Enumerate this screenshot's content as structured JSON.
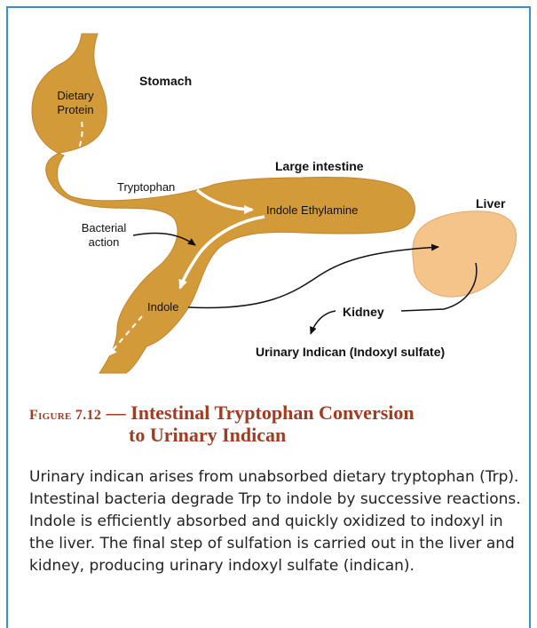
{
  "colors": {
    "border": "#3a8fcf",
    "intestine": "#d39a3a",
    "liver": "#f5c48a",
    "title": "#a43b20"
  },
  "diagram": {
    "labels": {
      "stomach": "Stomach",
      "large_intestine": "Large intestine",
      "liver": "Liver",
      "kidney": "Kidney",
      "urinary_indican": "Urinary Indican (Indoxyl sulfate)",
      "bacterial_action_1": "Bacterial",
      "bacterial_action_2": "action",
      "dietary_protein_1": "Dietary",
      "dietary_protein_2": "Protein",
      "tryptophan": "Tryptophan",
      "indole_ethylamine": "Indole Ethylamine",
      "indole": "Indole"
    }
  },
  "caption": {
    "figure_label": "Figure 7.12",
    "separator": " — ",
    "title_line_1": "Intestinal Tryptophan Conversion",
    "title_line_2": "to Urinary Indican",
    "body": "Urinary indican arises from unabsorbed dietary tryptophan (Trp). Intestinal bacteria degrade Trp to indole by successive reactions. Indole is efficiently absorbed and quickly oxidized to indoxyl in the liver. The final step of sulfation is carried out in the liver and kidney, producing urinary indoxyl sulfate (indican)."
  }
}
